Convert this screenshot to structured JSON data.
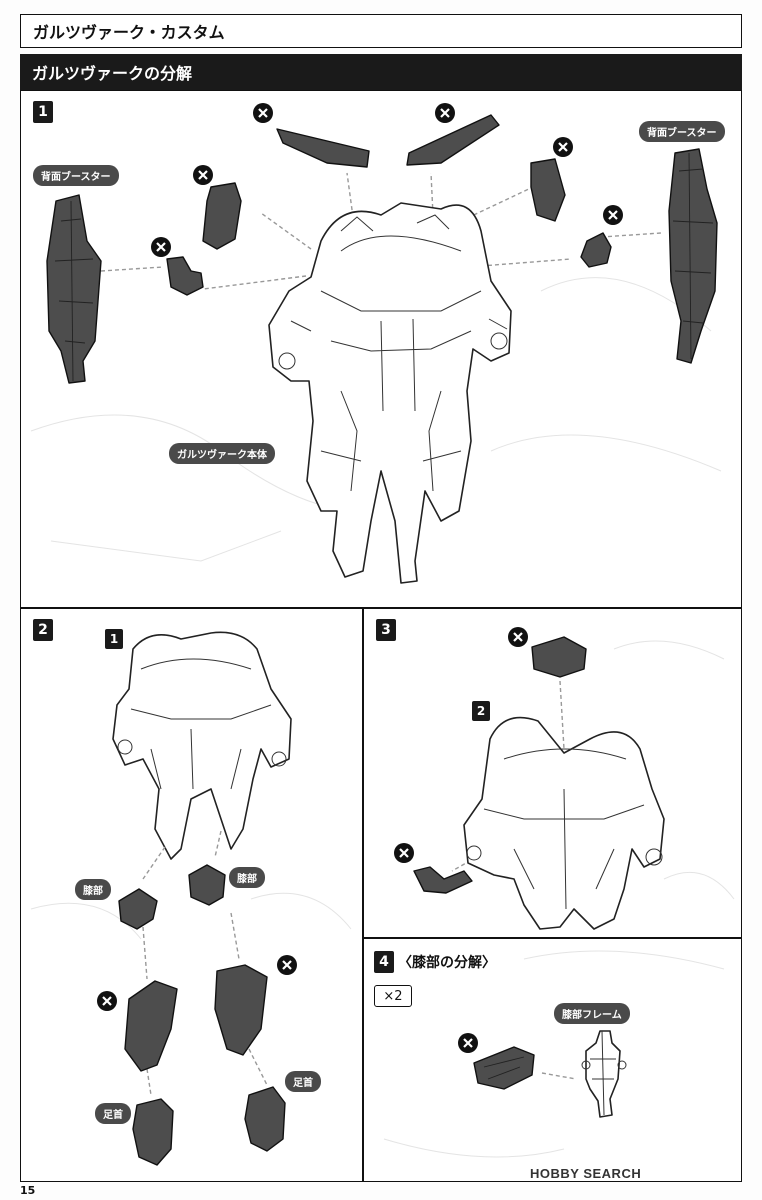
{
  "header": {
    "title": "ガルツヴァーク・カスタム",
    "section": "ガルツヴァークの分解"
  },
  "step1": {
    "badge": "1",
    "left_booster_label": "背面ブースター",
    "right_booster_label": "背面ブースター",
    "body_label": "ガルツヴァーク本体"
  },
  "step2": {
    "badge": "2",
    "ref_badge": "1",
    "knee_left_label": "膝部",
    "knee_right_label": "膝部",
    "ankle_left_label": "足首",
    "ankle_right_label": "足首"
  },
  "step3": {
    "badge": "3",
    "ref_badge": "2"
  },
  "step4": {
    "badge": "4",
    "title": "〈膝部の分解〉",
    "quantity": "×2",
    "frame_label": "膝部フレーム"
  },
  "footer": {
    "page_number": "15",
    "watermark": "HOBBY SEARCH"
  },
  "icons": {
    "remove": "x-mark-icon",
    "step": "step-number-badge"
  },
  "colors": {
    "header_bg": "#1a1a1a",
    "label_pill": "#4a4a4a",
    "dark_part": "#4d4d4d",
    "arrow": "#999999"
  }
}
